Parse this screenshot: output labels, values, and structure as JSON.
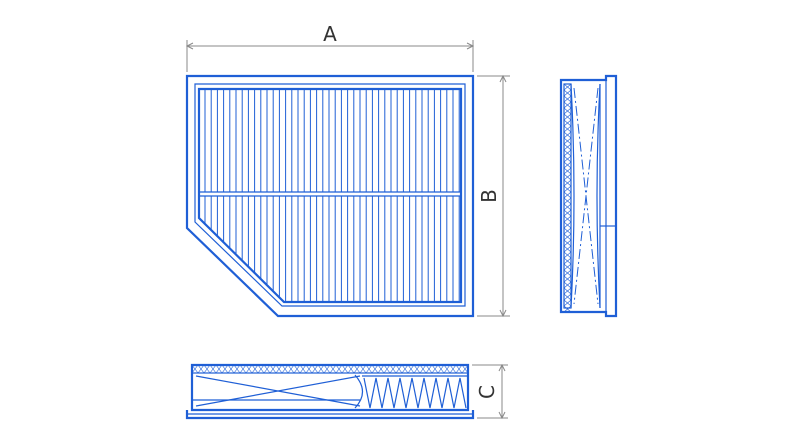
{
  "dimensions": {
    "width_label": "A",
    "height_label": "B",
    "depth_label": "C"
  },
  "colors": {
    "outline": "#1f5fd6",
    "dimension": "#8a8a8a",
    "text": "#333333"
  }
}
